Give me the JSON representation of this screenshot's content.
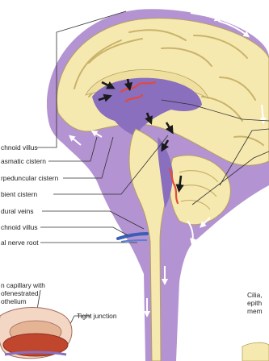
{
  "labels_left": [
    "chnoid villus",
    "asmatic cistern",
    "rpeduncular cistern",
    "bient cistern",
    "dural veins",
    "chnoid villus",
    "al nerve root"
  ],
  "bottom_labels": {
    "capillary": "n capillary with\nofenestrated\nothelium",
    "tight_junction": "Tight junction",
    "cilia": "Cilia,\nepith\nmem"
  },
  "colors": {
    "brain": "#f6e9b0",
    "brain_outline": "#b6a15d",
    "csf": "#b393d1",
    "ventricle": "#8a6fbf",
    "choroid_plexus": "#e24a3a",
    "flow_arrow": "#ffffff",
    "ventricle_arrow": "#1a1a1a",
    "leader": "#303030"
  },
  "icons": [
    "flow-arrow-icon",
    "ventricle-arrow-icon"
  ]
}
